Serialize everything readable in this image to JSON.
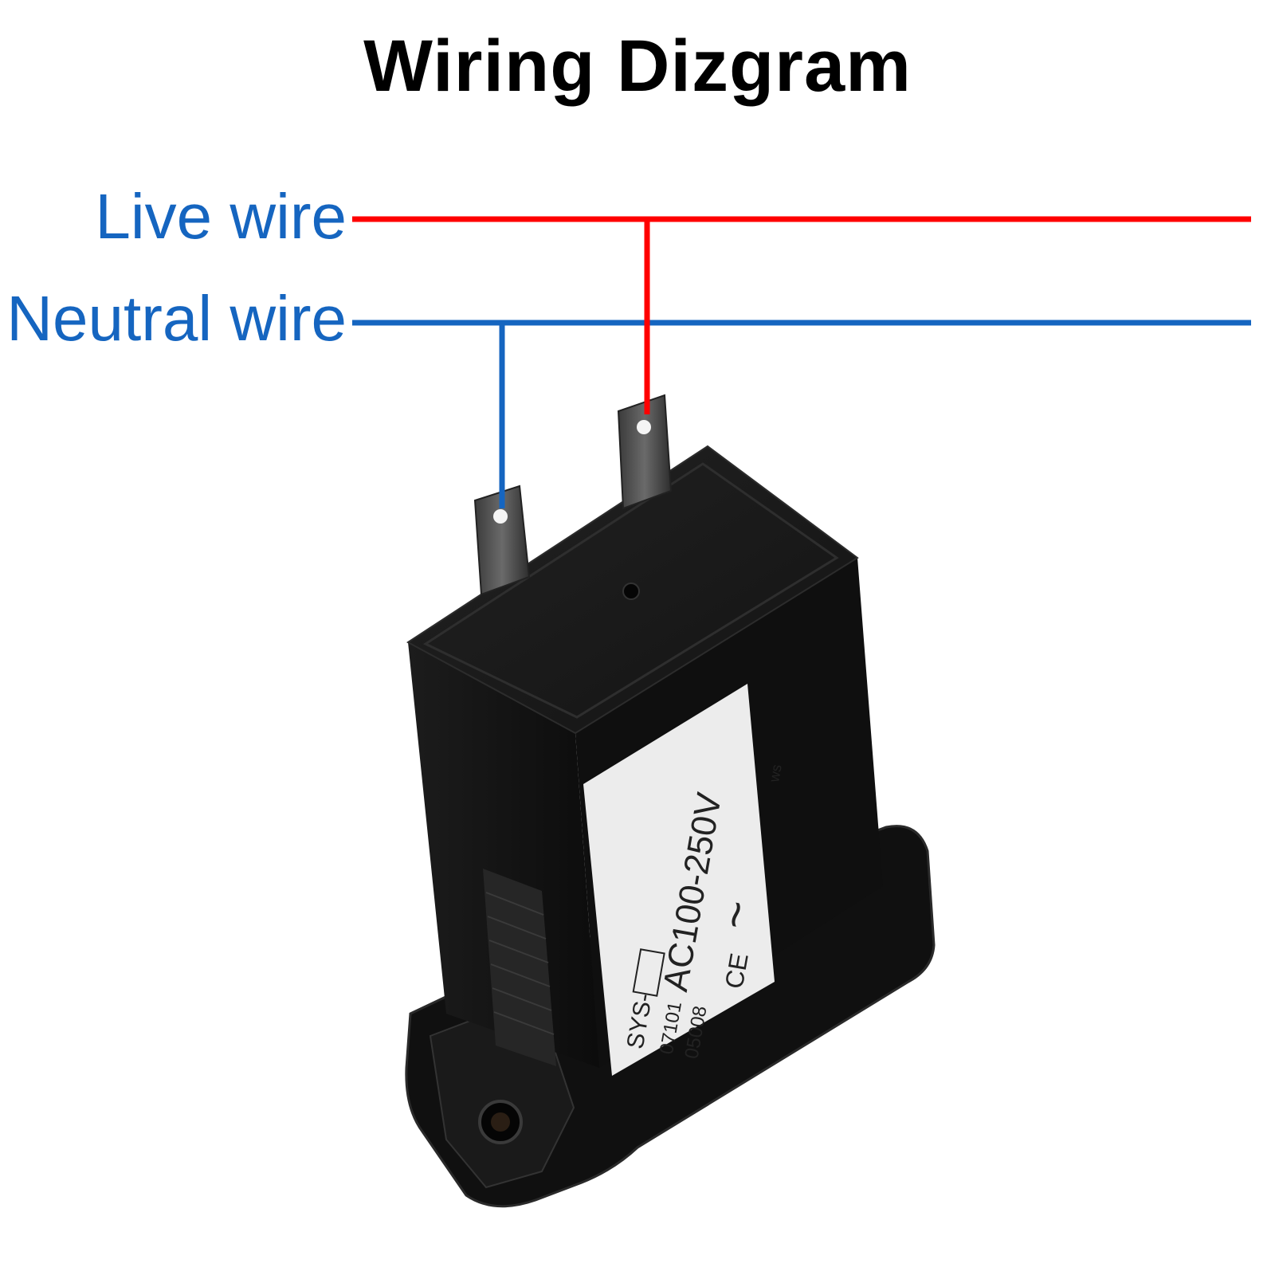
{
  "title": "Wiring Dizgram",
  "wires": {
    "live": {
      "label": "Live wire",
      "color": "#ff0000"
    },
    "neutral": {
      "label": "Neutral wire",
      "color": "#1565c0"
    }
  },
  "device": {
    "label_lines": [
      "SYS-",
      "07101",
      "05008",
      "AC100-250V",
      "~",
      "ws"
    ],
    "ce_mark": "CE"
  },
  "colors": {
    "body": "#141414",
    "label_bg": "#ececec",
    "terminal": "#555555"
  }
}
